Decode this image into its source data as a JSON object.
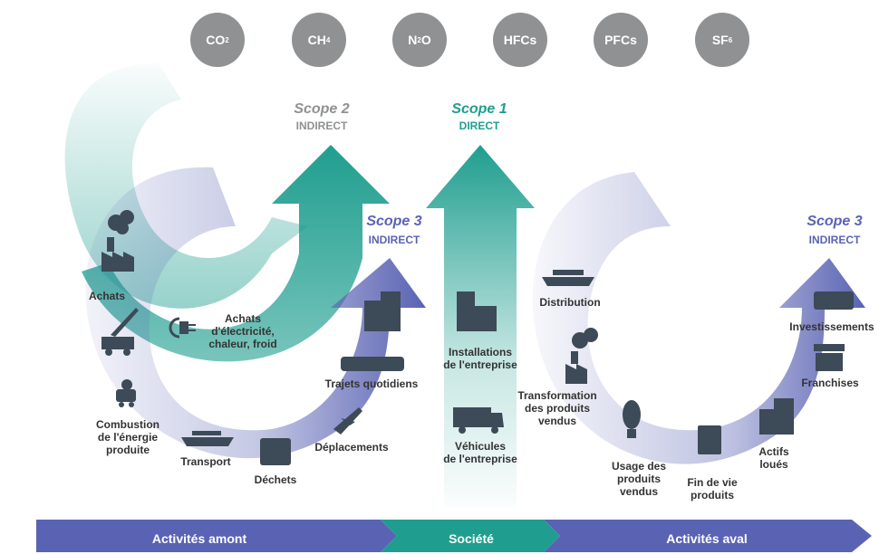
{
  "gases": [
    "CO2",
    "CH4",
    "N2O",
    "HFCs",
    "PFCs",
    "SF6"
  ],
  "gases_display": [
    {
      "base": "CO",
      "sub": "2"
    },
    {
      "base": "CH",
      "sub": "4"
    },
    {
      "base": "N",
      "sub": "2",
      "tail": "O"
    },
    {
      "base": "HFCs",
      "sub": ""
    },
    {
      "base": "PFCs",
      "sub": ""
    },
    {
      "base": "SF",
      "sub": "6"
    }
  ],
  "scopes": {
    "scope2": {
      "title": "Scope 2",
      "subtitle": "INDIRECT"
    },
    "scope1": {
      "title": "Scope 1",
      "subtitle": "DIRECT"
    },
    "scope3_left": {
      "title": "Scope 3",
      "subtitle": "INDIRECT"
    },
    "scope3_right": {
      "title": "Scope 3",
      "subtitle": "INDIRECT"
    }
  },
  "upstream": {
    "achats": "Achats",
    "achats_energie": "Achats\nd'électricité,\nchaleur, froid",
    "combustion": "Combustion\nde l'énergie\nproduite",
    "transport": "Transport",
    "dechets": "Déchets",
    "deplacements": "Déplacements",
    "trajets": "Trajets quotidiens"
  },
  "company": {
    "installations": "Installations\nde l'entreprise",
    "vehicules": "Véhicules\nde l'entreprise"
  },
  "downstream": {
    "distribution": "Distribution",
    "transformation": "Transformation\ndes produits\nvendus",
    "usage": "Usage des\nproduits\nvendus",
    "fin_de_vie": "Fin de vie\nproduits",
    "actifs": "Actifs\nloués",
    "franchises": "Franchises",
    "investissements": "Investissements"
  },
  "bottom_bar": {
    "amont": "Activités amont",
    "societe": "Société",
    "aval": "Activités aval"
  },
  "colors": {
    "teal": "#1f9e8f",
    "blue": "#5a63b3",
    "gray": "#8f9193",
    "icon": "#3d4a57"
  }
}
